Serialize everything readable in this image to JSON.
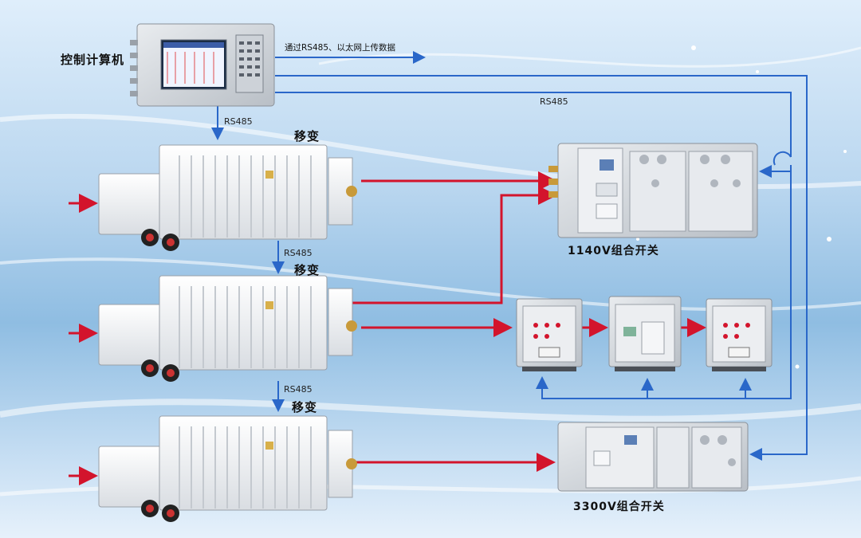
{
  "labels": {
    "computer": "控制计算机",
    "upload": "通过RS485、以太网上传数据",
    "rs485_top": "RS485",
    "rs485_right": "RS485",
    "rs485_mid1": "RS485",
    "rs485_mid2": "RS485",
    "transformer_1": "移变",
    "transformer_2": "移变",
    "transformer_3": "移变",
    "switch_1140": "1140V组合开关",
    "switch_3300": "3300V组合开关"
  },
  "colors": {
    "power_arrow": "#d3142c",
    "signal_line": "#2a67c9"
  }
}
